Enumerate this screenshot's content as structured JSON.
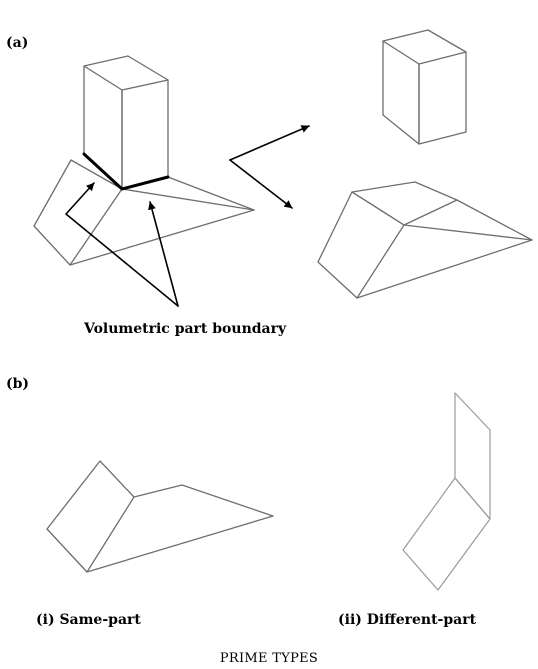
{
  "panels": {
    "a": {
      "label": "(a)",
      "annotation": "Volumetric part boundary"
    },
    "b": {
      "label": "(b)",
      "left_caption": "(i) Same-part",
      "right_caption": "(ii) Different-part",
      "title": "PRIME TYPES"
    }
  },
  "colors": {
    "edge": "#6e6e6e",
    "light_edge": "#9a9a9a",
    "boundary": "#000000",
    "background": "#ffffff"
  }
}
